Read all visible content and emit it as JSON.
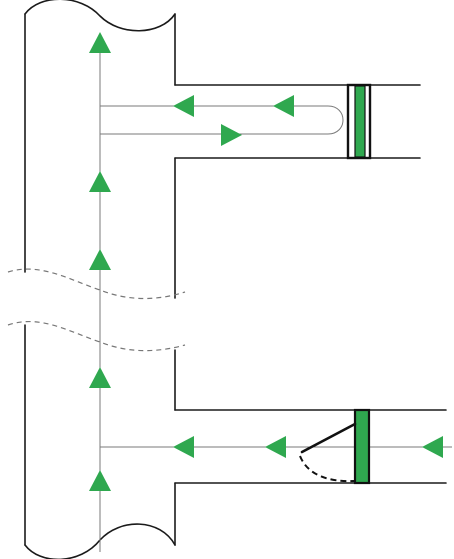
{
  "diagram": {
    "colors": {
      "arrow": "#2fa84f",
      "damper": "#2fa84f",
      "outline": "#1a1a1a"
    },
    "components": [
      {
        "name": "vertical-pipe",
        "broken": true
      },
      {
        "name": "upper-branch-duct",
        "fitting": "fixed-damper"
      },
      {
        "name": "lower-branch-duct",
        "fitting": "check-damper"
      }
    ],
    "flow_direction_icons": [
      "triangle-up-icon",
      "triangle-left-icon",
      "triangle-right-icon"
    ]
  }
}
